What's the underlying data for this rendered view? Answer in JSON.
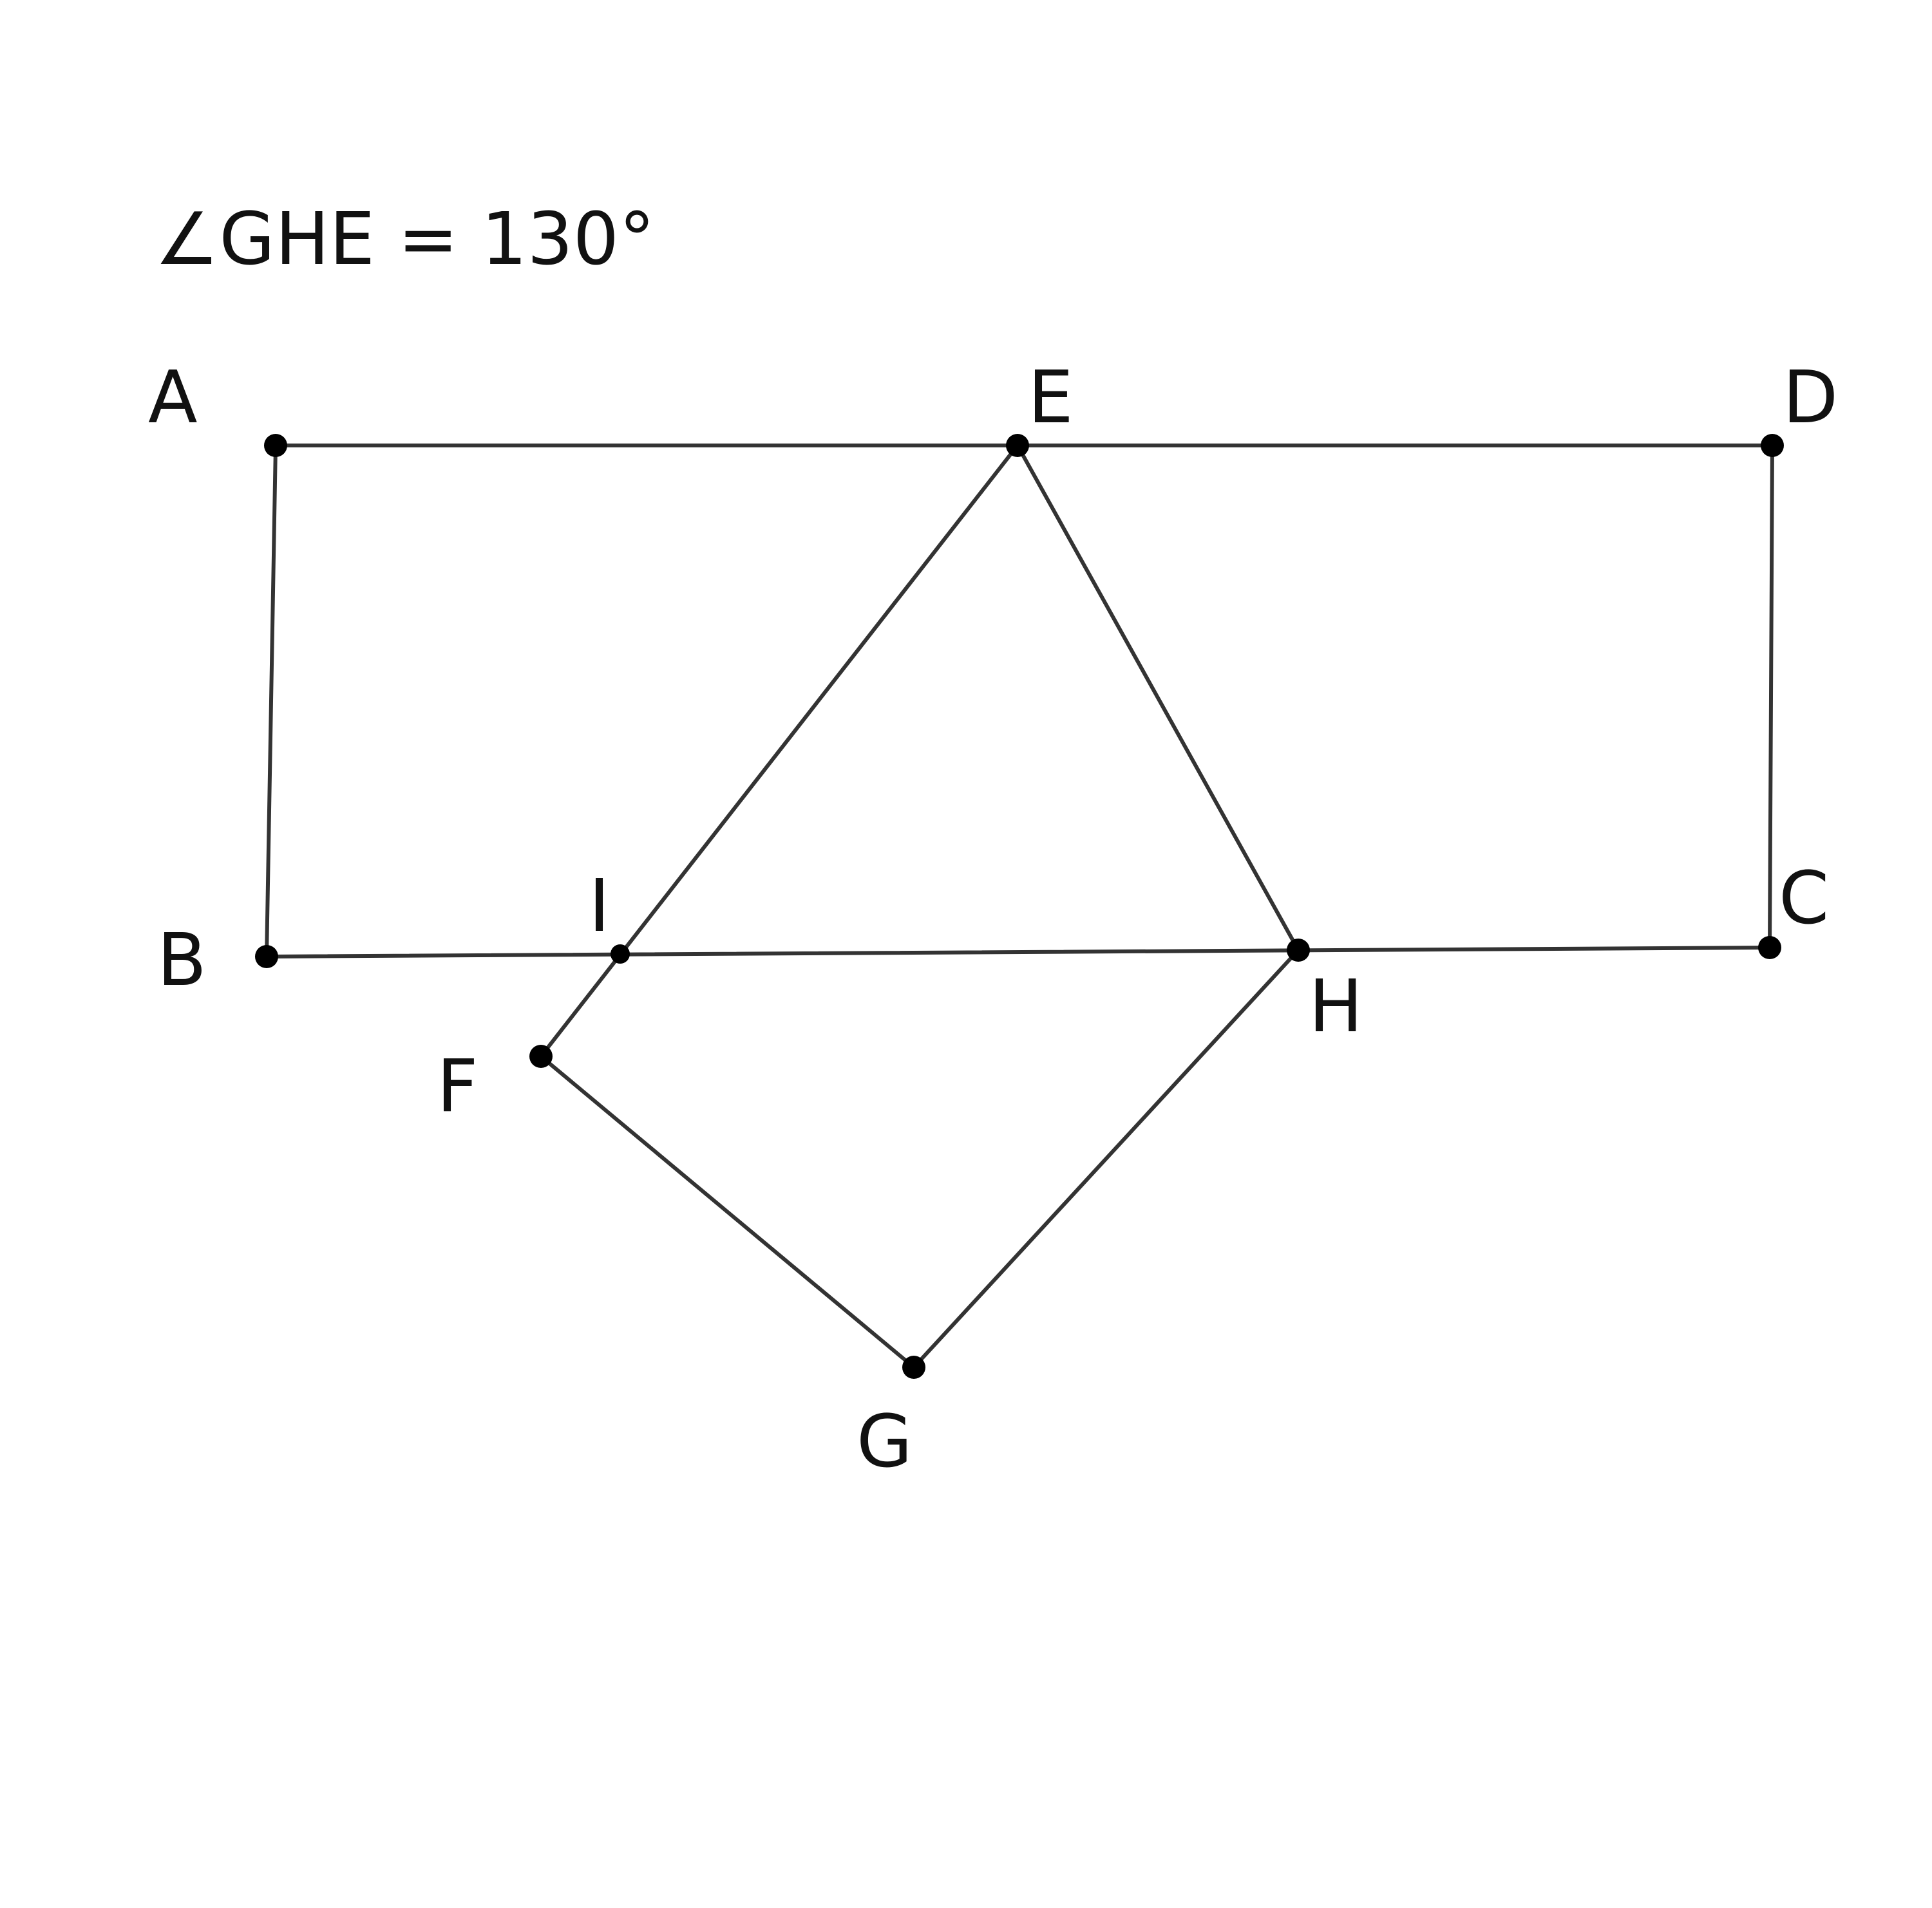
{
  "annotation": "∠GHE = 130°",
  "points": [
    {
      "id": "A",
      "label": "A"
    },
    {
      "id": "B",
      "label": "B"
    },
    {
      "id": "C",
      "label": "C"
    },
    {
      "id": "D",
      "label": "D"
    },
    {
      "id": "E",
      "label": "E"
    },
    {
      "id": "F",
      "label": "F"
    },
    {
      "id": "G",
      "label": "G"
    },
    {
      "id": "H",
      "label": "H"
    },
    {
      "id": "I",
      "label": "I"
    }
  ],
  "segments": [
    [
      "A",
      "D"
    ],
    [
      "A",
      "B"
    ],
    [
      "B",
      "C"
    ],
    [
      "D",
      "C"
    ],
    [
      "E",
      "F"
    ],
    [
      "E",
      "H"
    ],
    [
      "F",
      "G"
    ],
    [
      "G",
      "H"
    ]
  ],
  "colors": {
    "line": "#333333",
    "point": "#000000",
    "text": "#111111"
  }
}
